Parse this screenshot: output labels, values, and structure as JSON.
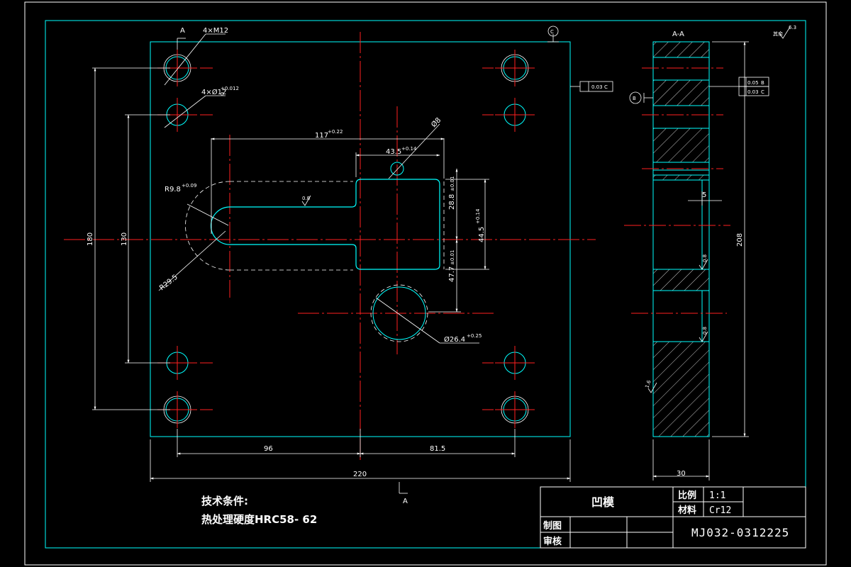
{
  "colors": {
    "background": "#000000",
    "outline": "#00ffff",
    "centerline": "#ff2020",
    "dimension": "#ffffff"
  },
  "plan_view": {
    "section_marker": "A",
    "section_marker_bottom": "A",
    "datum_top": "C",
    "callouts": {
      "tapped_holes": "4×M12",
      "pin_holes": "4×Ø12",
      "pin_tol": "+0.012",
      "pin_tol_low": "0",
      "hole_small": "Ø8",
      "hole_large": "Ø26.4",
      "hole_large_tol": "+0.25",
      "radius_small": "R9.8",
      "radius_small_tol": "+0.09",
      "radius_large": "R29.5",
      "roughness": "0.8"
    },
    "dimensions": {
      "d117": "117",
      "d117_tol": "+0.22",
      "d43_5": "43.5",
      "d43_5_tol": "+0.14",
      "d28_8": "28.8",
      "d28_8_tol": "±0.01",
      "d47_7": "47.7",
      "d47_7_tol": "±0.01",
      "d44_5": "44.5",
      "d44_5_tol": "+0.14",
      "d180": "180",
      "d130": "130",
      "d96": "96",
      "d81_5": "81.5",
      "d220": "220"
    },
    "flatness": "0.03",
    "flatness_datum": "C"
  },
  "section_view": {
    "title": "A-A",
    "datum": "B",
    "height": "208",
    "width": "30",
    "step": "5",
    "parallel": "0.05",
    "parallel_datum": "B",
    "flatness": "0.03",
    "flatness_datum": "C",
    "roughness_1": "0.8",
    "roughness_2": "0.8",
    "roughness_3": "1.6"
  },
  "rest_roughness": {
    "label": "其余",
    "value": "6.3"
  },
  "notes": {
    "heading": "技术条件:",
    "line1": "热处理硬度HRC58-  62"
  },
  "title_block": {
    "part_name": "凹模",
    "scale_label": "比例",
    "scale_value": "1:1",
    "material_label": "材料",
    "material_value": "Cr12",
    "drawn_label": "制图",
    "checked_label": "审核",
    "drawing_number": "MJ032-0312225"
  }
}
